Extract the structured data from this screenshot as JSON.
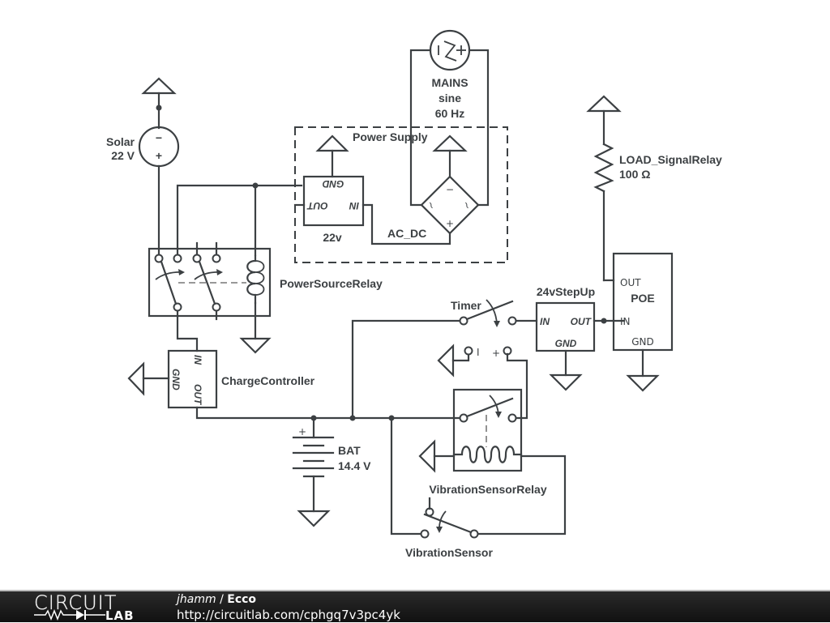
{
  "schematic": {
    "components": {
      "solar": {
        "name": "Solar",
        "value": "22 V"
      },
      "mains": {
        "name": "MAINS",
        "type": "sine",
        "freq": "60 Hz"
      },
      "power_supply": {
        "title": "Power Supply",
        "regulator_label": "22v",
        "rectifier_label": "AC_DC",
        "pins": {
          "gnd": "GND",
          "out": "OUT",
          "in": "IN"
        }
      },
      "power_source_relay": {
        "name": "PowerSourceRelay"
      },
      "charge_controller": {
        "name": "ChargeController",
        "pins": {
          "in": "IN",
          "gnd": "GND",
          "out": "OUT"
        }
      },
      "load": {
        "name": "LOAD_SignalRelay",
        "value": "100 Ω"
      },
      "poe": {
        "name": "POE",
        "pins": {
          "out": "OUT",
          "in": "IN",
          "gnd": "GND"
        }
      },
      "stepup": {
        "name": "24vStepUp",
        "pins": {
          "in": "IN",
          "out": "OUT",
          "gnd": "GND"
        }
      },
      "timer": {
        "name": "Timer",
        "minus": "I",
        "plus": "+"
      },
      "battery": {
        "name": "BAT",
        "value": "14.4 V",
        "plus": "+"
      },
      "vibration_relay": {
        "name": "VibrationSensorRelay"
      },
      "vibration_sensor": {
        "name": "VibrationSensor"
      },
      "source_signs": {
        "minus": "−",
        "plus": "+"
      },
      "rectifier_signs": {
        "minus": "−",
        "plus": "+",
        "ac": "~"
      }
    }
  },
  "footer": {
    "logo_top": "CIRCUIT",
    "logo_bottom": "LAB",
    "author": "jhamm",
    "separator": " / ",
    "project": "Ecco",
    "url": "http://circuitlab.com/cphgq7v3pc4yk"
  }
}
